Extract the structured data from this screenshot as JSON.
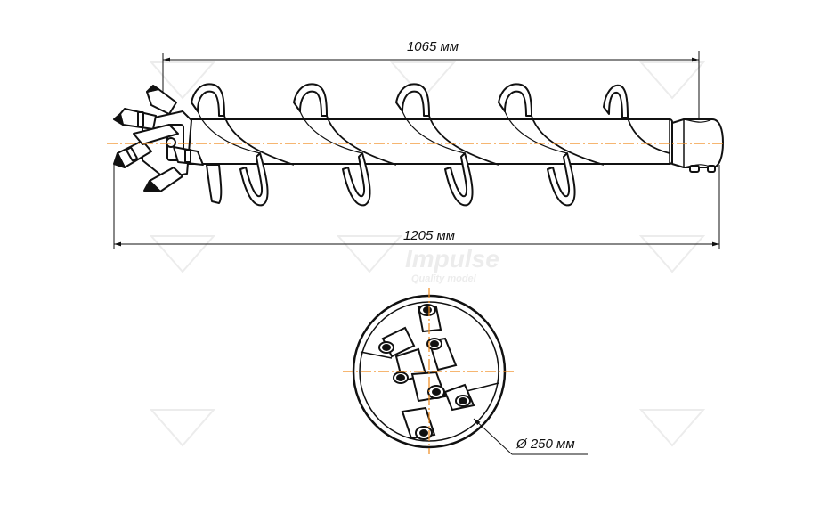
{
  "drawing": {
    "dimensions": {
      "top_length": "1065 мм",
      "total_length": "1205 мм",
      "diameter": "Ø 250 мм"
    },
    "watermark": {
      "brand": "Impulse",
      "tagline": "Quality model"
    },
    "colors": {
      "outline": "#111111",
      "centerline": "#f08a1c",
      "watermark": "#ececec"
    }
  }
}
